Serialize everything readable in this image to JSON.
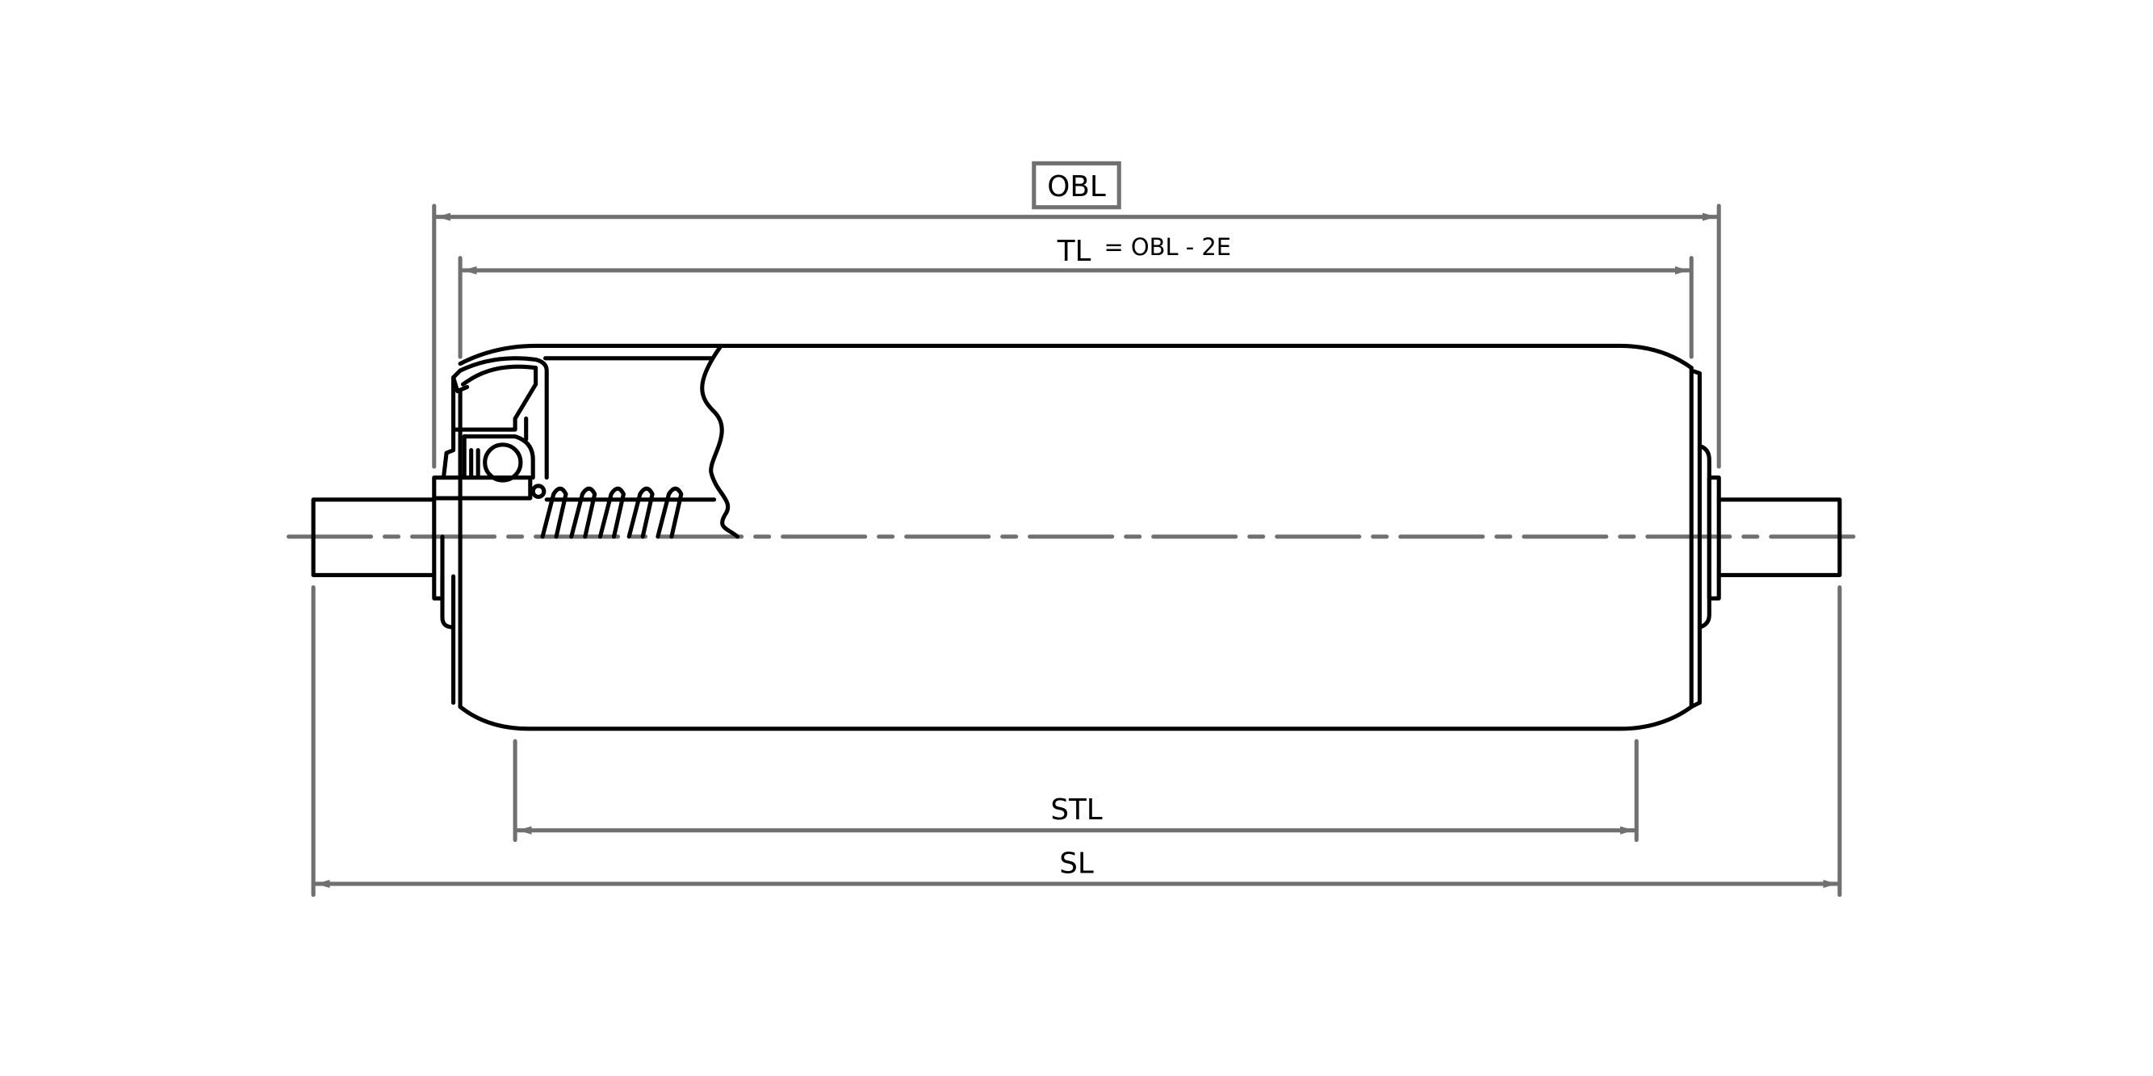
{
  "drawing": {
    "title": "Conveyor roller dimension drawing",
    "labels": {
      "obl": "OBL",
      "tl": "TL",
      "tl_formula": "= OBL - 2E",
      "stl": "STL",
      "sl": "SL"
    },
    "colors": {
      "dimension_line": "#707070",
      "object_line": "#000000",
      "background": "#ffffff"
    }
  }
}
